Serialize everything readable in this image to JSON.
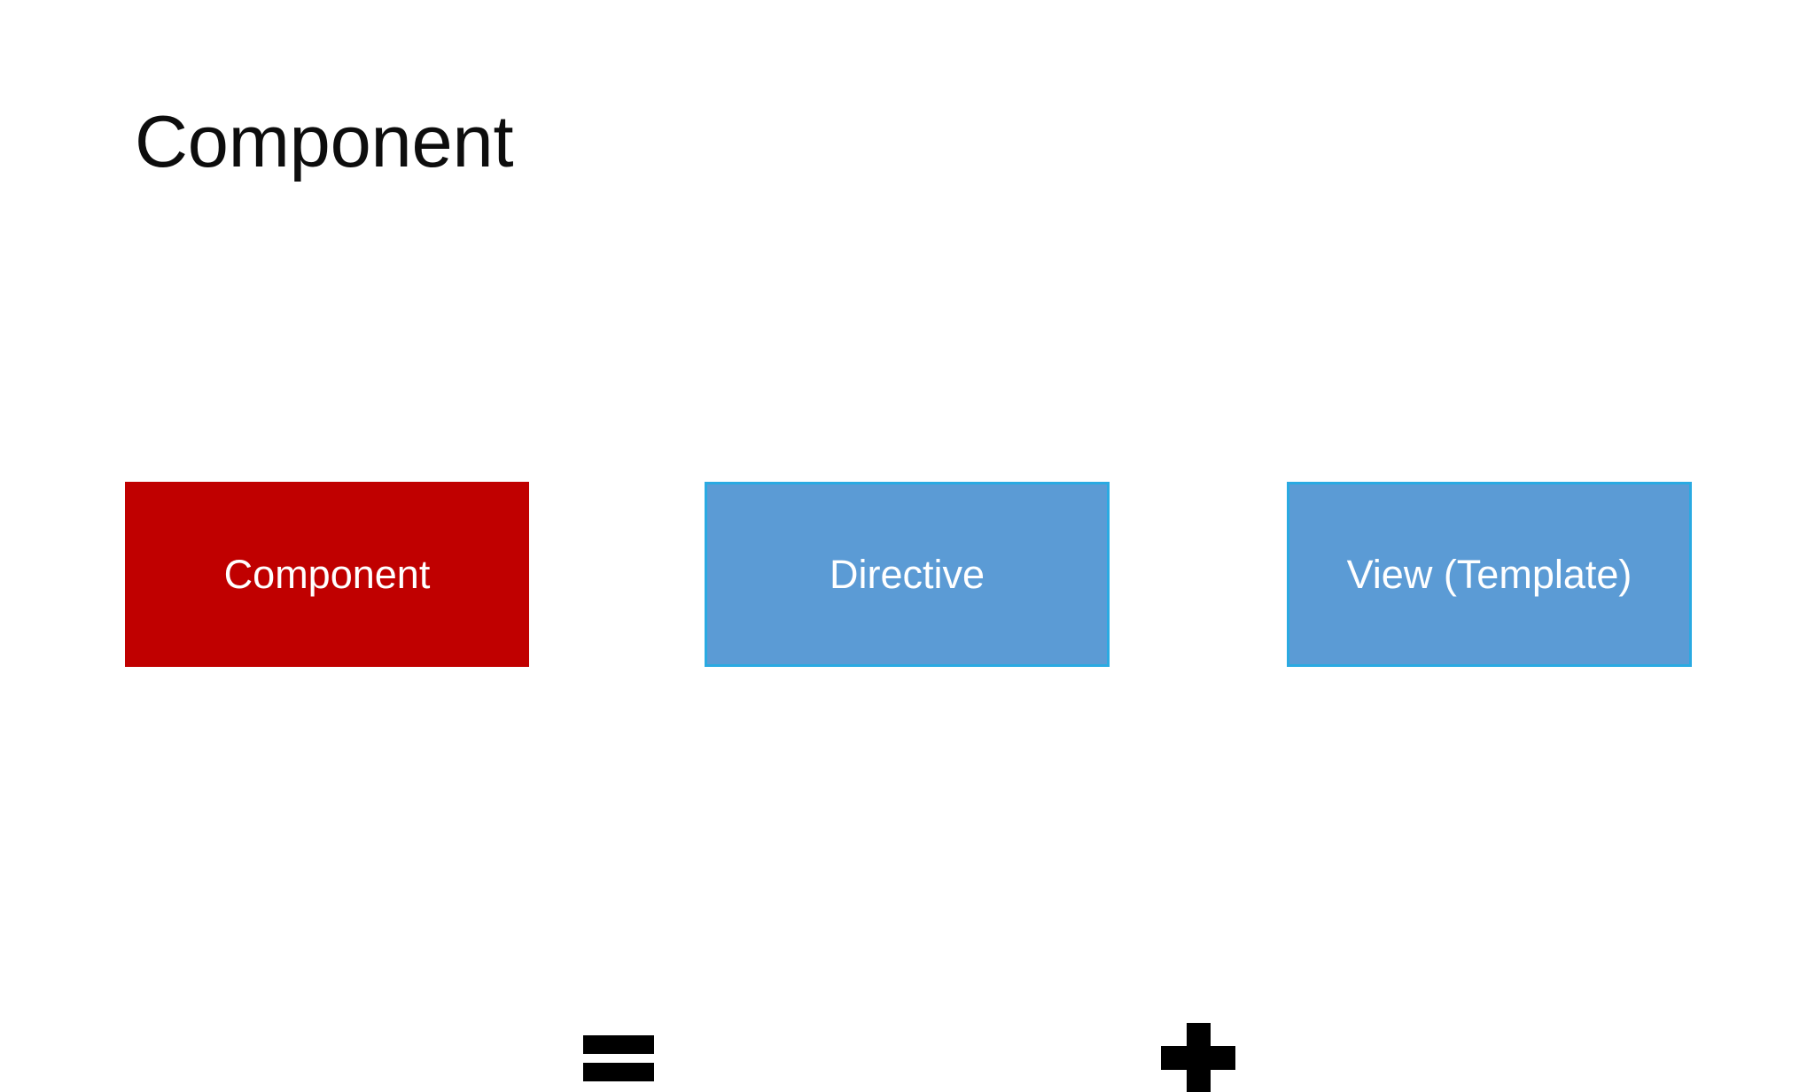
{
  "slide": {
    "title": "Component",
    "background_color": "#FFFFFF"
  },
  "equation": {
    "result": {
      "label": "Component",
      "fill_color": "#C00000",
      "text_color": "#FFFFFF"
    },
    "operators": [
      {
        "name": "equals",
        "symbol": "=",
        "color": "#000000"
      },
      {
        "name": "plus",
        "symbol": "+",
        "color": "#000000"
      }
    ],
    "operands": [
      {
        "label": "Directive",
        "fill_color": "#5B9BD5",
        "border_color": "#2AAAE2",
        "text_color": "#FFFFFF"
      },
      {
        "label": "View (Template)",
        "fill_color": "#5B9BD5",
        "border_color": "#2AAAE2",
        "text_color": "#FFFFFF"
      }
    ]
  }
}
